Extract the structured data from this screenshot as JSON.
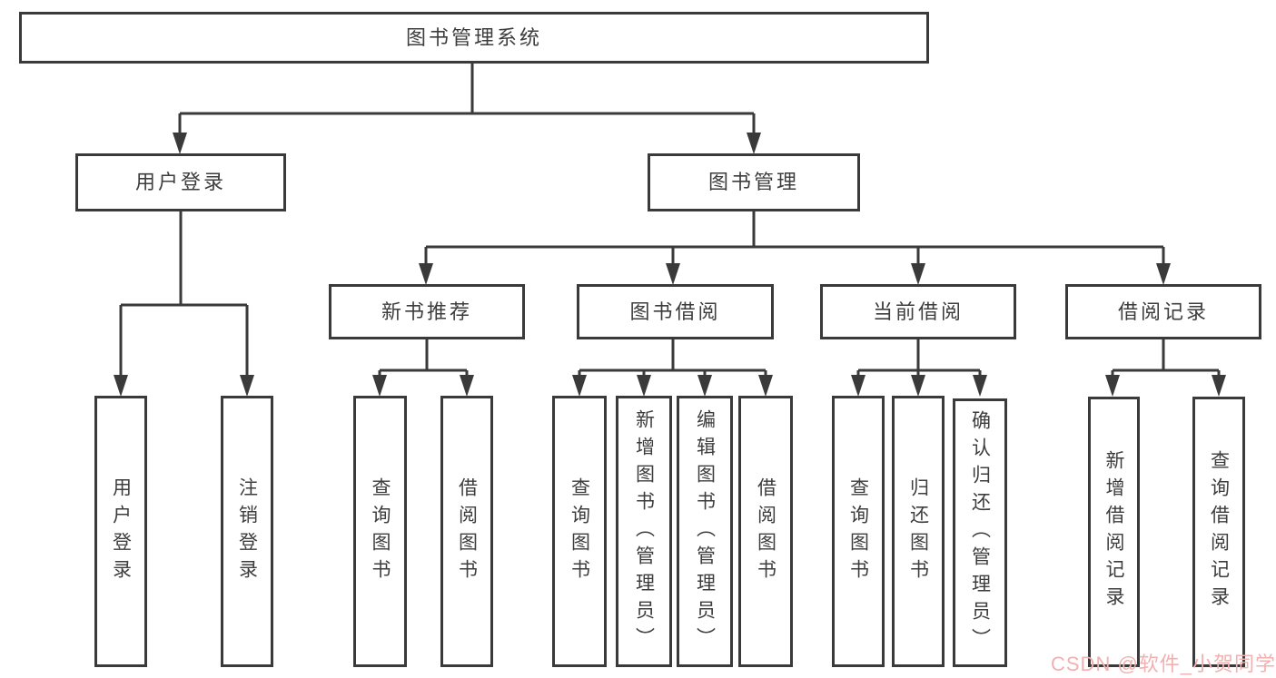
{
  "diagram": {
    "root": {
      "label": "图书管理系统"
    },
    "branches": {
      "user_login": {
        "label": "用户登录",
        "children": {
          "login": "用户登录",
          "logout": "注销登录"
        }
      },
      "book_management": {
        "label": "图书管理",
        "sections": {
          "new_book_recommend": {
            "label": "新书推荐",
            "children": {
              "query_books": "查询图书",
              "borrow_books": "借阅图书"
            }
          },
          "book_borrowing": {
            "label": "图书借阅",
            "children": {
              "query_books": "查询图书",
              "add_books": "新增图书（管理员）",
              "edit_books": "编辑图书（管理员）",
              "borrow_books": "借阅图书"
            }
          },
          "current_borrowing": {
            "label": "当前借阅",
            "children": {
              "query_books": "查询图书",
              "return_books": "归还图书",
              "confirm_return": "确认归还（管理员）"
            }
          },
          "borrow_records": {
            "label": "借阅记录",
            "children": {
              "add_record": "新增借阅记录",
              "query_record": "查询借阅记录"
            }
          }
        }
      }
    }
  },
  "watermark": {
    "text": "CSDN @软件_小贺同学"
  },
  "colors": {
    "line": "#3a3a3a",
    "box_border": "#3a3a3a",
    "text": "#3d3d3d",
    "background": "#ffffff",
    "watermark": "#f2b0b0"
  }
}
